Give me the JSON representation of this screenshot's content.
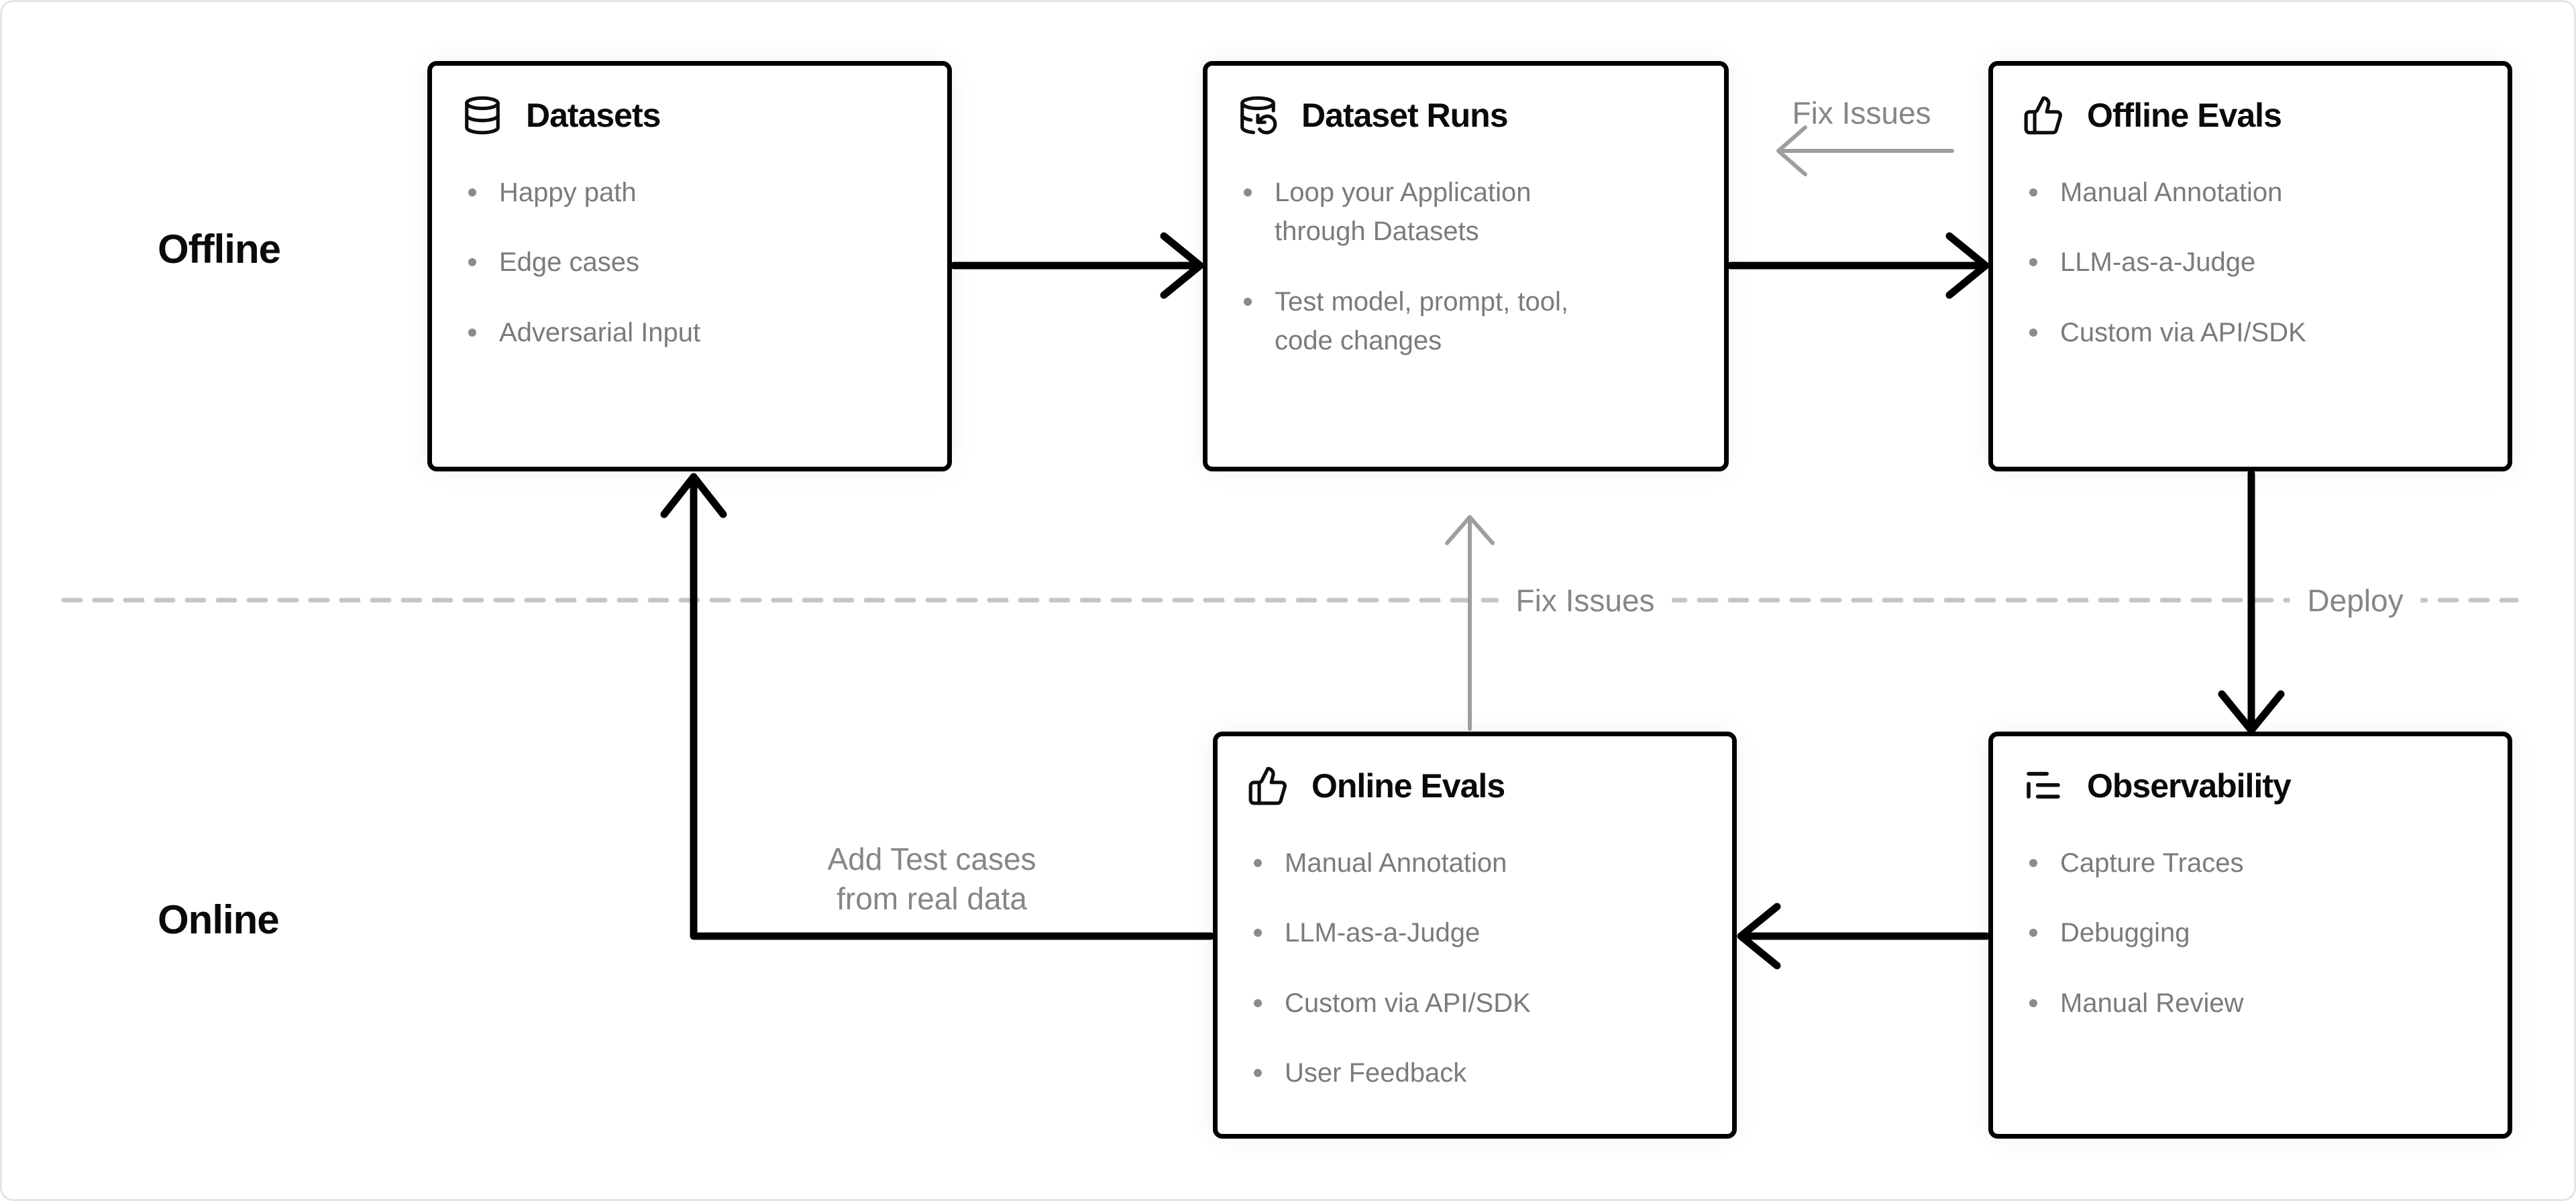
{
  "canvas": {
    "background": "#ffffff",
    "outer_border_color": "#e4e4e4"
  },
  "colors": {
    "node_border": "#000000",
    "node_title": "#0a0a0a",
    "bullet_text": "#7b7b7b",
    "edge_label_gray": "#868686",
    "black_arrow": "#000000",
    "gray_arrow": "#9e9e9e",
    "dashed_divider": "#c6c6c6"
  },
  "lanes": {
    "offline_label": "Offline",
    "online_label": "Online"
  },
  "nodes": [
    {
      "id": "datasets",
      "icon": "database-icon",
      "title": "Datasets",
      "items": [
        "Happy path",
        "Edge cases",
        "Adversarial Input"
      ]
    },
    {
      "id": "dataset-runs",
      "icon": "database-backup-icon",
      "title": "Dataset Runs",
      "items": [
        "Loop your Application\nthrough Datasets",
        "Test model, prompt, tool,\ncode changes"
      ]
    },
    {
      "id": "offline-evals",
      "icon": "thumbs-up-icon",
      "title": "Offline Evals",
      "items": [
        "Manual Annotation",
        "LLM-as-a-Judge",
        "Custom via API/SDK"
      ]
    },
    {
      "id": "online-evals",
      "icon": "thumbs-up-icon",
      "title": "Online Evals",
      "items": [
        "Manual Annotation",
        "LLM-as-a-Judge",
        "Custom via API/SDK",
        "User Feedback"
      ]
    },
    {
      "id": "observability",
      "icon": "logs-icon",
      "title": "Observability",
      "items": [
        "Capture Traces",
        "Debugging",
        "Manual Review"
      ]
    }
  ],
  "edge_labels": {
    "fix_issues_top": "Fix Issues",
    "fix_issues_mid": "Fix Issues",
    "deploy": "Deploy",
    "add_test_cases": "Add Test cases\nfrom real data"
  }
}
